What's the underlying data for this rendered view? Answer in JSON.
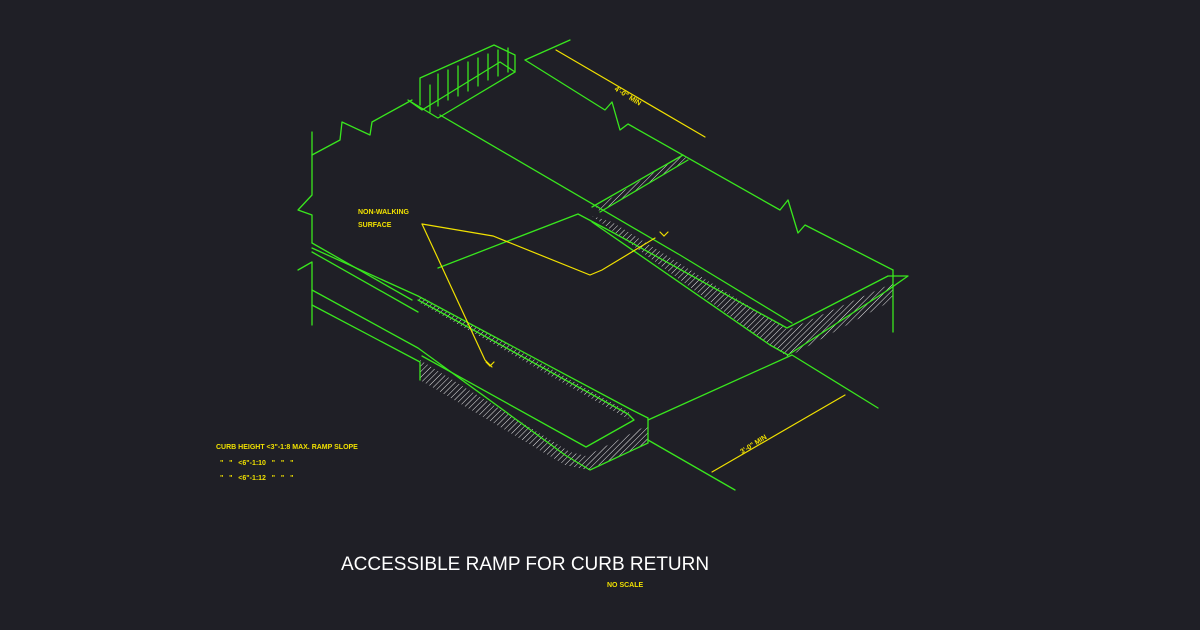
{
  "title": "ACCESSIBLE RAMP FOR CURB RETURN",
  "subtitle": "NO SCALE",
  "labels": {
    "non_walking_1": "NON-WALKING",
    "non_walking_2": "SURFACE",
    "dim_top": "4'-0\" MIN",
    "dim_bottom": "3'-0\" MIN"
  },
  "curb_notes": {
    "line1": "CURB HEIGHT <3\"-1:8 MAX. RAMP SLOPE",
    "line2": "\"   \"   <6\"-1:10   \"   \"   \"",
    "line3": "\"   \"   <6\"-1:12   \"   \"   \""
  },
  "colors": {
    "background": "#1f1f26",
    "linework": "#39e61e",
    "annotation": "#f0e000",
    "title": "#ffffff",
    "hatch": "#e8e8e8"
  }
}
